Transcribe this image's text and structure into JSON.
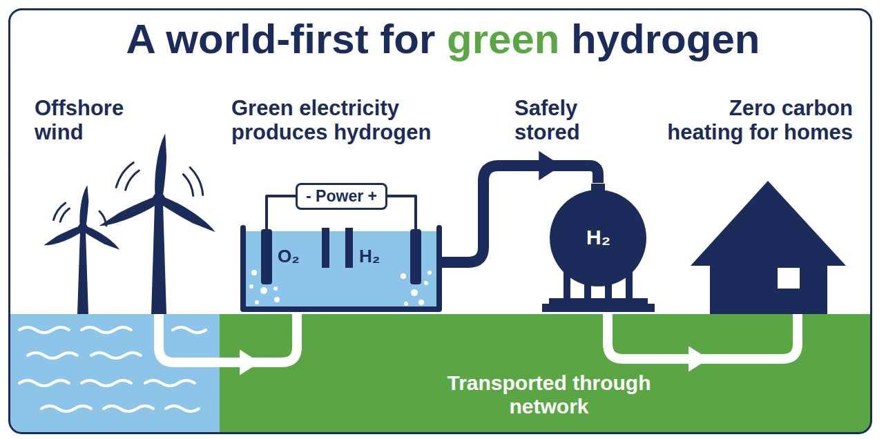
{
  "diagram": {
    "title": "A world-first for green hydrogen",
    "nodes": [
      {
        "text": [
          "Offshore wind"
        ]
      },
      {
        "text": [
          "Green electricity produces hydrogen",
          "O₂",
          "H₂"
        ]
      },
      {
        "text": [
          "- Power +"
        ],
        "in": 1
      },
      {
        "text": [
          "Safely stored",
          "H₂"
        ]
      },
      {
        "text": [
          "Zero carbon heating for homes"
        ]
      }
    ],
    "edges": [
      {
        "from": 0,
        "to": 1,
        "arrow": "to"
      },
      {
        "from": 1,
        "to": 3,
        "arrow": "to"
      },
      {
        "from": 3,
        "to": 4,
        "arrow": "to",
        "label": "Transported through network"
      }
    ]
  }
}
